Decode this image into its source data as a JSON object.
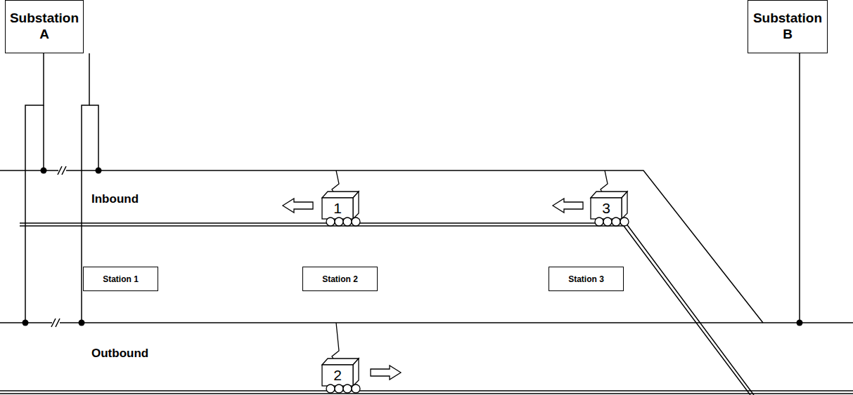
{
  "diagram": {
    "nodes": [
      {
        "text": [
          "Substation A"
        ]
      },
      {
        "text": [
          "Substation B"
        ]
      },
      {
        "text": [
          "1"
        ]
      },
      {
        "text": [
          "3"
        ]
      },
      {
        "text": [
          "Station 1"
        ]
      },
      {
        "text": [
          "Station 2"
        ]
      },
      {
        "text": [
          "Station 3"
        ]
      },
      {
        "text": [
          "2"
        ]
      }
    ],
    "labels": [
      "Inbound",
      "Outbound"
    ]
  }
}
